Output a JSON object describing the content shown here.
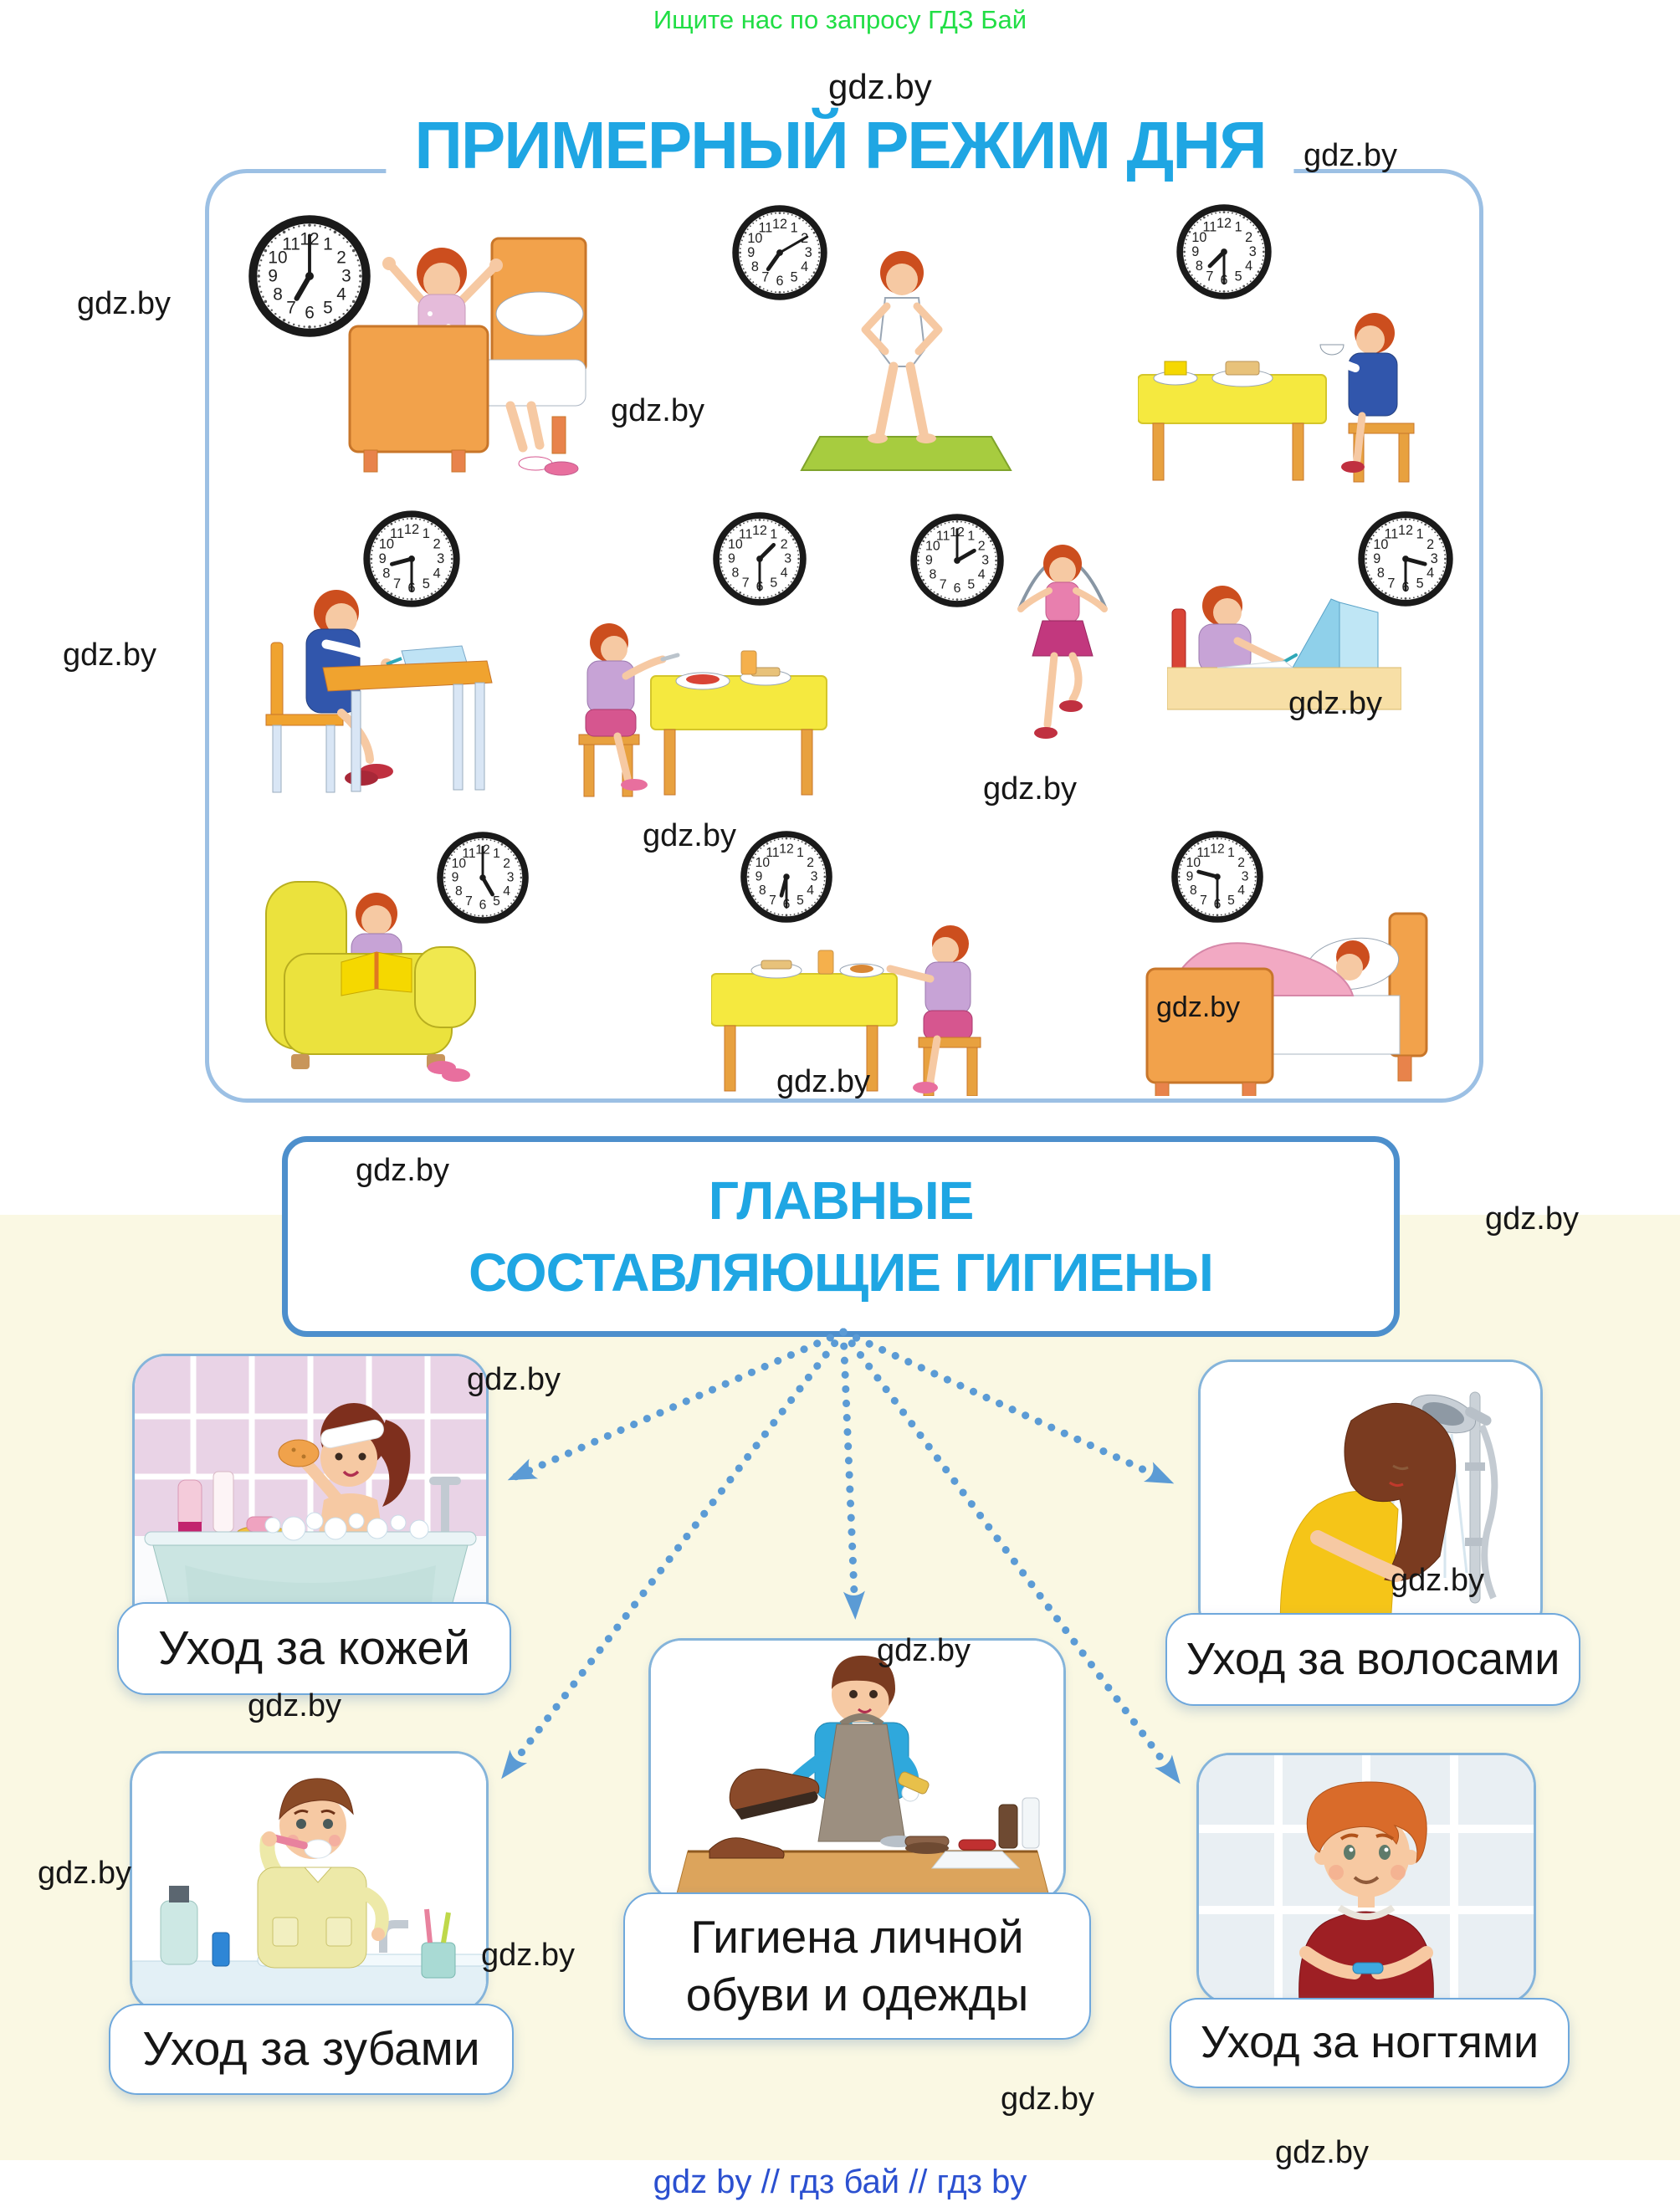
{
  "page": {
    "promo": "Ищите нас по запросу ГДЗ Бай",
    "watermark": "gdz.by",
    "footer": "gdz by  //  гдз бай  //  гдз by"
  },
  "colors": {
    "title_blue": "#1FA6E3",
    "routine_box_border": "#9CC0E4",
    "hygiene_box_border": "#4D8FCC",
    "arrow_blue": "#5B9BD5",
    "promo_green": "#21DE45",
    "footer_blue": "#2B50D0",
    "cream_background": "#FAF8E3"
  },
  "routine": {
    "title": "ПРИМЕРНЫЙ РЕЖИМ ДНЯ",
    "clock_numbers": [
      12,
      1,
      2,
      3,
      4,
      5,
      6,
      7,
      8,
      9,
      10,
      11
    ],
    "scenes": [
      {
        "illustration": "girl-waking-up-in-bed",
        "time": "7:00"
      },
      {
        "illustration": "girl-doing-morning-exercises",
        "time": "7:10"
      },
      {
        "illustration": "girl-having-breakfast",
        "time": "7:30"
      },
      {
        "illustration": "girl-writing-at-school-desk",
        "time": "8:30"
      },
      {
        "illustration": "girl-having-lunch",
        "time": "13:30"
      },
      {
        "illustration": "girl-jumping-rope",
        "time": "14:00"
      },
      {
        "illustration": "girl-doing-homework",
        "time": "15:30"
      },
      {
        "illustration": "girl-reading-in-armchair",
        "time": "17:00"
      },
      {
        "illustration": "girl-having-dinner",
        "time": "18:30"
      },
      {
        "illustration": "girl-sleeping-in-bed",
        "time": "21:30"
      }
    ]
  },
  "hygiene": {
    "title_line1": "ГЛАВНЫЕ",
    "title_line2": "СОСТАВЛЯЮЩИЕ ГИГИЕНЫ",
    "cards": [
      {
        "label": "Уход за кожей",
        "illustration": "girl-taking-bath"
      },
      {
        "label": "Уход за волосами",
        "illustration": "woman-washing-hair"
      },
      {
        "label": "Уход за зубами",
        "illustration": "boy-brushing-teeth"
      },
      {
        "label_line1": "Гигиена личной",
        "label_line2": "обуви и одежды",
        "illustration": "person-cleaning-shoes"
      },
      {
        "label": "Уход за ногтями",
        "illustration": "boy-trimming-nails"
      }
    ]
  }
}
